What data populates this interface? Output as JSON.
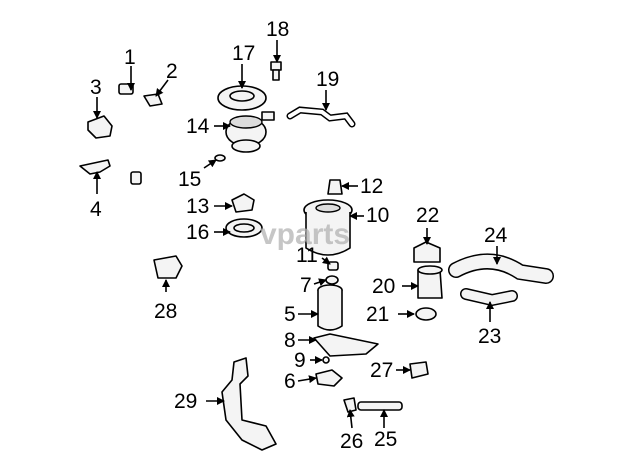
{
  "watermark": "vparts",
  "callouts": [
    {
      "id": "1",
      "label": "1"
    },
    {
      "id": "2",
      "label": "2"
    },
    {
      "id": "3",
      "label": "3"
    },
    {
      "id": "4",
      "label": "4"
    },
    {
      "id": "5",
      "label": "5"
    },
    {
      "id": "6",
      "label": "6"
    },
    {
      "id": "7",
      "label": "7"
    },
    {
      "id": "8",
      "label": "8"
    },
    {
      "id": "9",
      "label": "9"
    },
    {
      "id": "10",
      "label": "10"
    },
    {
      "id": "11",
      "label": "11"
    },
    {
      "id": "12",
      "label": "12"
    },
    {
      "id": "13",
      "label": "13"
    },
    {
      "id": "14",
      "label": "14"
    },
    {
      "id": "15",
      "label": "15"
    },
    {
      "id": "16",
      "label": "16"
    },
    {
      "id": "17",
      "label": "17"
    },
    {
      "id": "18",
      "label": "18"
    },
    {
      "id": "19",
      "label": "19"
    },
    {
      "id": "20",
      "label": "20"
    },
    {
      "id": "21",
      "label": "21"
    },
    {
      "id": "22",
      "label": "22"
    },
    {
      "id": "23",
      "label": "23"
    },
    {
      "id": "24",
      "label": "24"
    },
    {
      "id": "25",
      "label": "25"
    },
    {
      "id": "26",
      "label": "26"
    },
    {
      "id": "27",
      "label": "27"
    },
    {
      "id": "28",
      "label": "28"
    },
    {
      "id": "29",
      "label": "29"
    }
  ]
}
